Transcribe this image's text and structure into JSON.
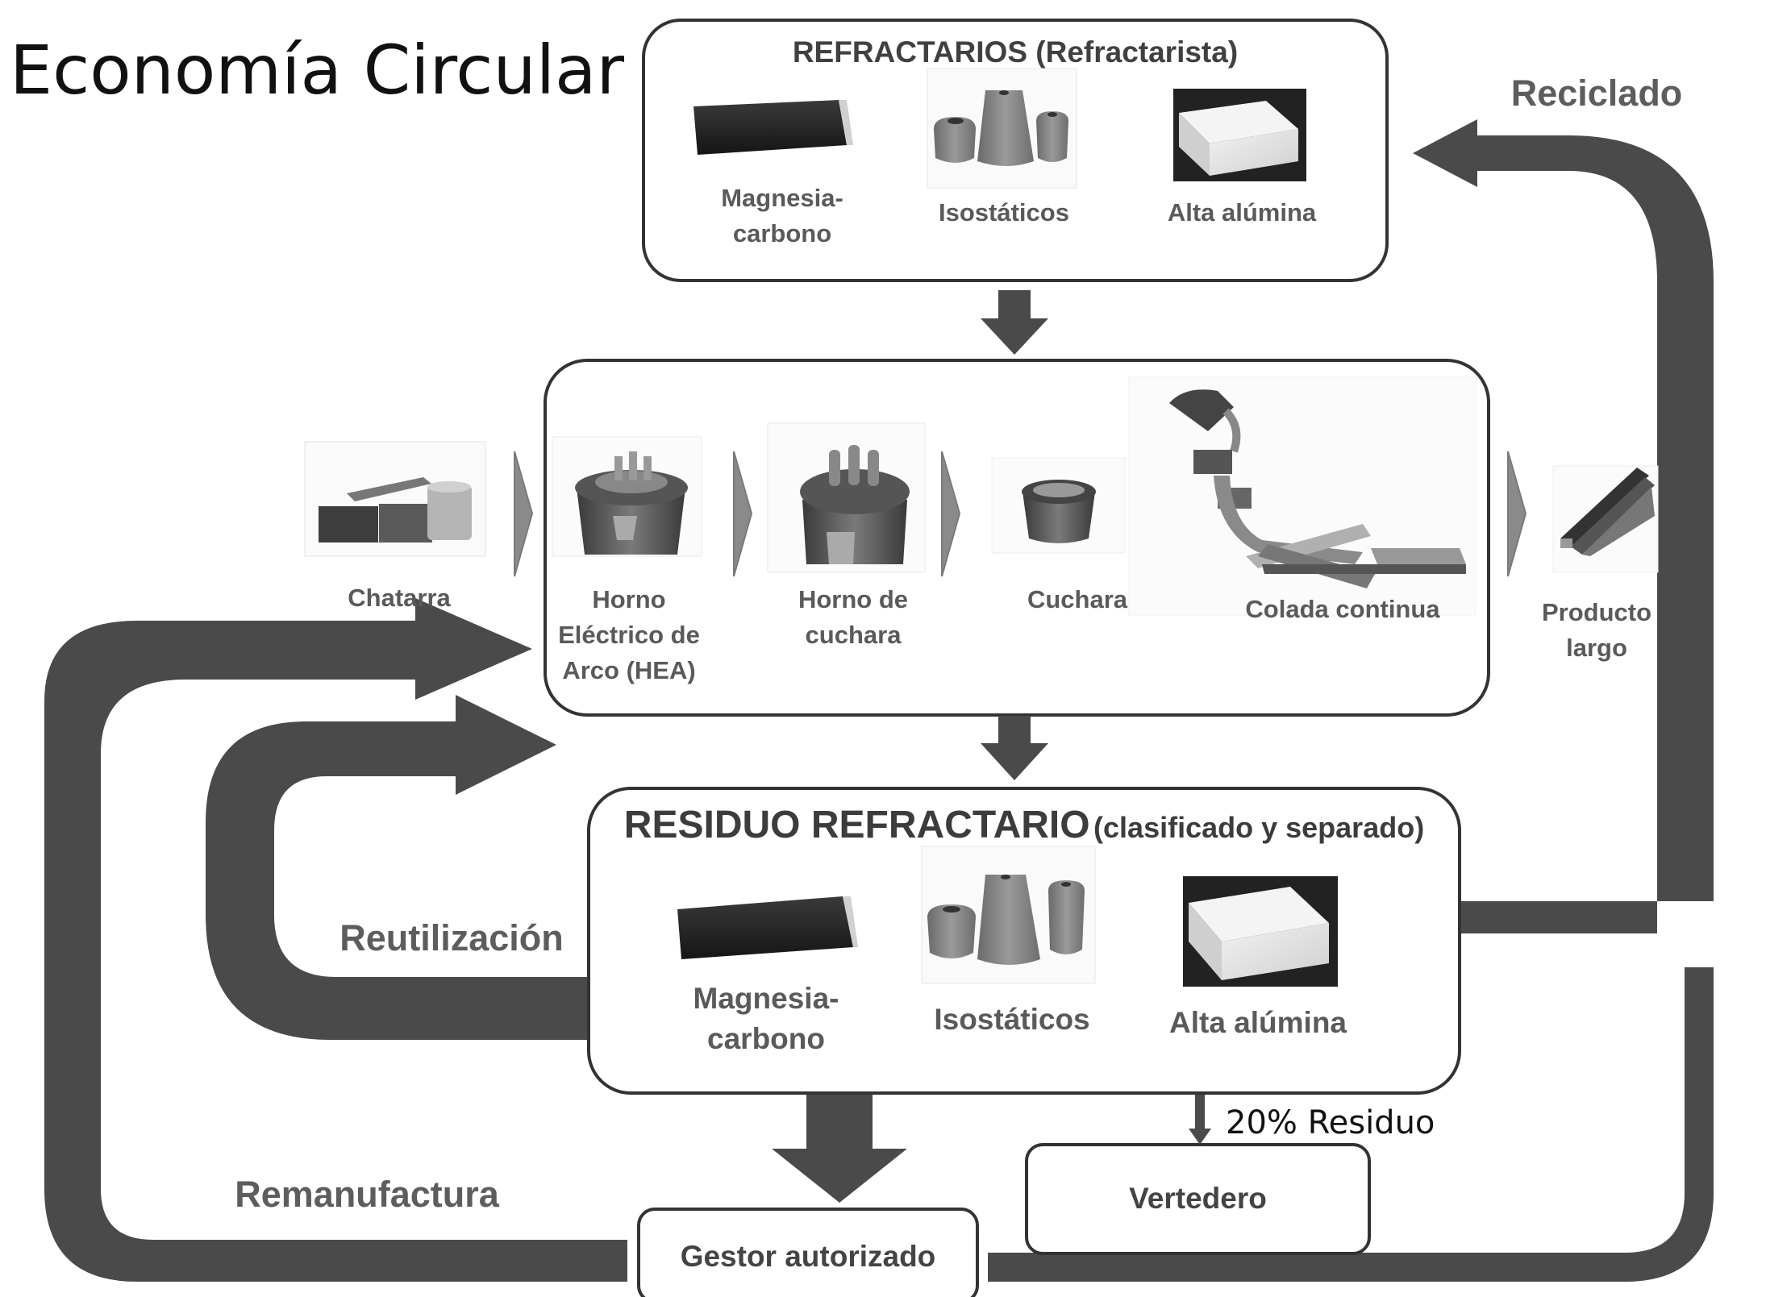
{
  "title": "Economía Circular",
  "refractarios": {
    "title": "REFRACTARIOS (Refractarista)",
    "items": [
      {
        "label_line1": "Magnesia-",
        "label_line2": "carbono"
      },
      {
        "label": "Isostáticos"
      },
      {
        "label": "Alta alúmina"
      }
    ]
  },
  "process": {
    "input": "Chatarra",
    "steps": [
      {
        "line1": "Horno",
        "line2": "Eléctrico de",
        "line3": "Arco (HEA)"
      },
      {
        "line1": "Horno de",
        "line2": "cuchara"
      },
      {
        "label": "Cuchara"
      },
      {
        "label": "Colada continua"
      }
    ],
    "output": {
      "line1": "Producto",
      "line2": "largo"
    }
  },
  "residuo": {
    "title": "RESIDUO REFRACTARIO",
    "subtitle": "(clasificado y separado)",
    "items": [
      {
        "label_line1": "Magnesia-",
        "label_line2": "carbono"
      },
      {
        "label": "Isostáticos"
      },
      {
        "label": "Alta alúmina"
      }
    ]
  },
  "flows": {
    "reciclado": "Reciclado",
    "reutilizacion": "Reutilización",
    "remanufactura": "Remanufactura",
    "residuo_pct": "20% Residuo"
  },
  "destinations": {
    "gestor": "Gestor autorizado",
    "vertedero": "Vertedero"
  },
  "colors": {
    "flow_arrow": "#4a4a4a",
    "chevron": "#8a8a8a",
    "box_stroke": "#333333"
  }
}
